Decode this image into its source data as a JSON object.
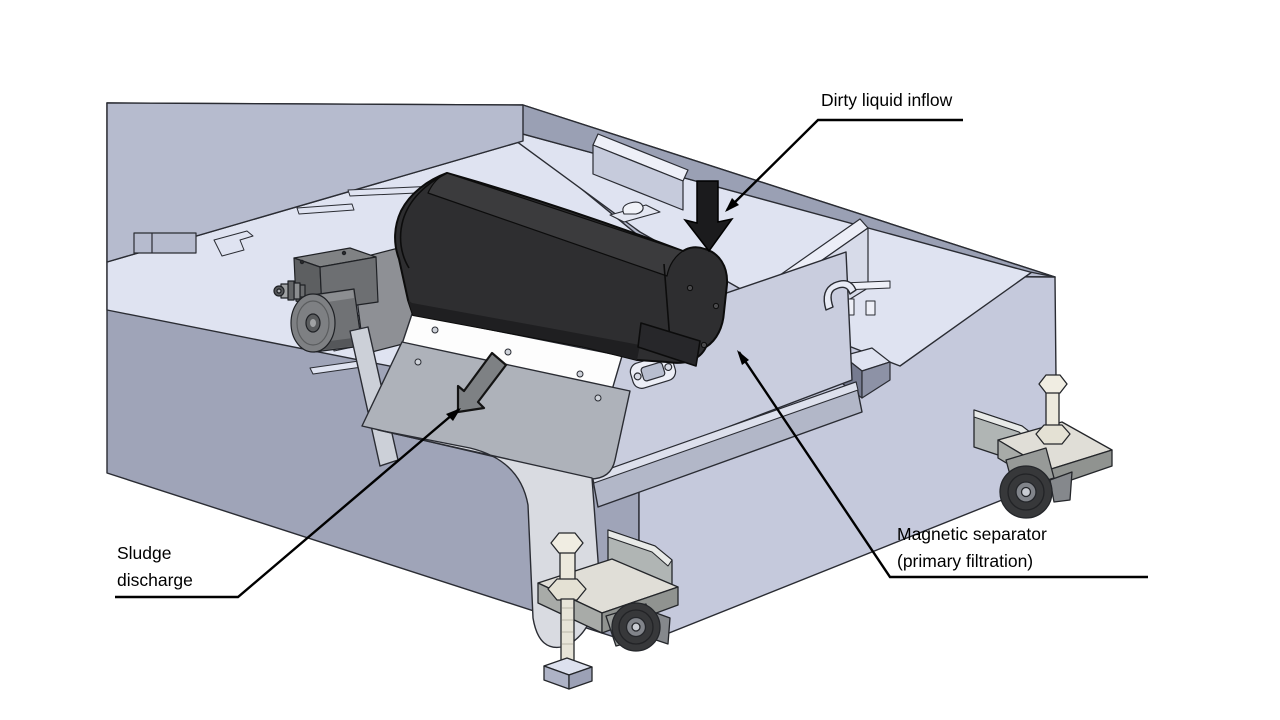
{
  "diagram": {
    "kind": "magnetic-separator-tank-illustration",
    "labels": {
      "inflow": "Dirty liquid inflow",
      "sludge_line1": "Sludge",
      "sludge_line2": "discharge",
      "separator_line1": "Magnetic separator",
      "separator_line2": "(primary filtration)"
    },
    "colors": {
      "background": "#ffffff",
      "tank_top": "#b6bbce",
      "rim_band": "#9aa0b4",
      "floor_light": "#dfe3f1",
      "wall_left": "#9fa4b8",
      "wall_right": "#c5c9dc",
      "separator_face": "#c9cdde",
      "pedestal": "#b2b7c8",
      "drum_black": "#2e2e30",
      "drum_top": "#3b3b3d",
      "white_strip": "#fdfdfd",
      "chute_gray": "#aeb2ba",
      "chute_light": "#d9dbe1",
      "motor_gray": "#707275",
      "gearbox_gray": "#6d6f72",
      "caster_plate": "#e0ded7",
      "caster_fin": "#b0b5b4",
      "wheel_dark": "#37383a",
      "bolt_beige": "#ece9dd",
      "arrow_black": "#1b1b1d",
      "arrow_gray": "#7e8184",
      "leader_line": "#000000"
    }
  }
}
